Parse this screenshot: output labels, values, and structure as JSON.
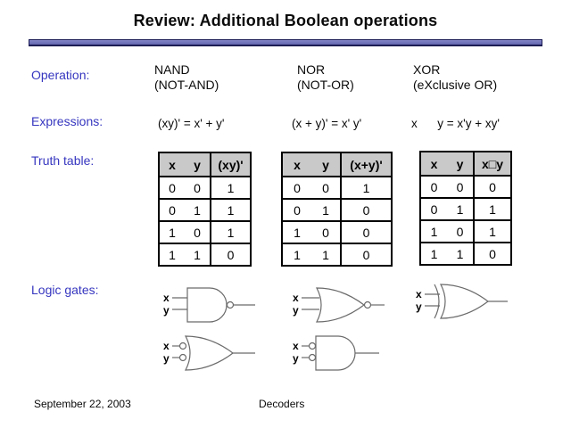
{
  "slide": {
    "title": "Review: Additional Boolean operations",
    "footer_left": "September 22, 2003",
    "footer_center": "Decoders"
  },
  "labels": {
    "operation": "Operation:",
    "expressions": "Expressions:",
    "truth_table": "Truth table:",
    "logic_gates": "Logic gates:"
  },
  "operations": [
    {
      "name": "NAND",
      "subtitle": "(NOT-AND)",
      "expression": "(xy)' = x' + y'"
    },
    {
      "name": "NOR",
      "subtitle": "(NOT-OR)",
      "expression": "(x + y)' = x' y'"
    },
    {
      "name": "XOR",
      "subtitle": "(eXclusive OR)",
      "expression": "x      y = x'y + xy'"
    }
  ],
  "tables": [
    {
      "headers": [
        "x",
        "y",
        "(xy)'"
      ],
      "rows": [
        [
          "0",
          "0",
          "1"
        ],
        [
          "0",
          "1",
          "1"
        ],
        [
          "1",
          "0",
          "1"
        ],
        [
          "1",
          "1",
          "0"
        ]
      ]
    },
    {
      "headers": [
        "x",
        "y",
        "(x+y)'"
      ],
      "rows": [
        [
          "0",
          "0",
          "1"
        ],
        [
          "0",
          "1",
          "0"
        ],
        [
          "1",
          "0",
          "0"
        ],
        [
          "1",
          "1",
          "0"
        ]
      ]
    },
    {
      "headers": [
        "x",
        "y",
        "x□y"
      ],
      "rows": [
        [
          "0",
          "0",
          "0"
        ],
        [
          "0",
          "1",
          "1"
        ],
        [
          "1",
          "0",
          "1"
        ],
        [
          "1",
          "1",
          "0"
        ]
      ]
    }
  ],
  "gates": {
    "input_labels": [
      "x",
      "y"
    ],
    "kinds": [
      "nand",
      "nand-as-or-with-inverted-inputs",
      "nor",
      "nor-as-and-with-inverted-inputs",
      "xor"
    ]
  },
  "colors": {
    "accent_blue": "#3636c0",
    "bar_fill": "#6b6db8",
    "bar_border": "#1c1c55",
    "table_header_bg": "#c9c9c9",
    "gate_stroke": "#6a6a6a"
  }
}
